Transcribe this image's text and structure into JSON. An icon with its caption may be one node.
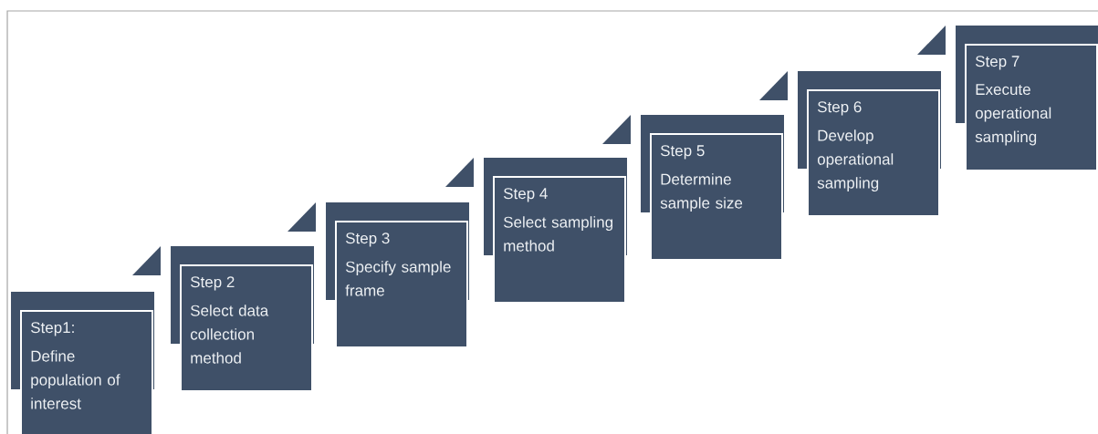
{
  "diagram": {
    "nodes": [
      {
        "text": [
          "Step1:",
          "Define population of interest"
        ]
      },
      {
        "text": [
          "Step 2",
          "Select data collection method"
        ]
      },
      {
        "text": [
          "Step 3",
          "Specify sample frame"
        ]
      },
      {
        "text": [
          "Step 4",
          "Select sampling method"
        ]
      },
      {
        "text": [
          "Step 5",
          "Determine sample size"
        ]
      },
      {
        "text": [
          "Step 6",
          "Develop operational sampling"
        ]
      },
      {
        "text": [
          "Step 7",
          "Execute operational sampling"
        ]
      }
    ]
  }
}
